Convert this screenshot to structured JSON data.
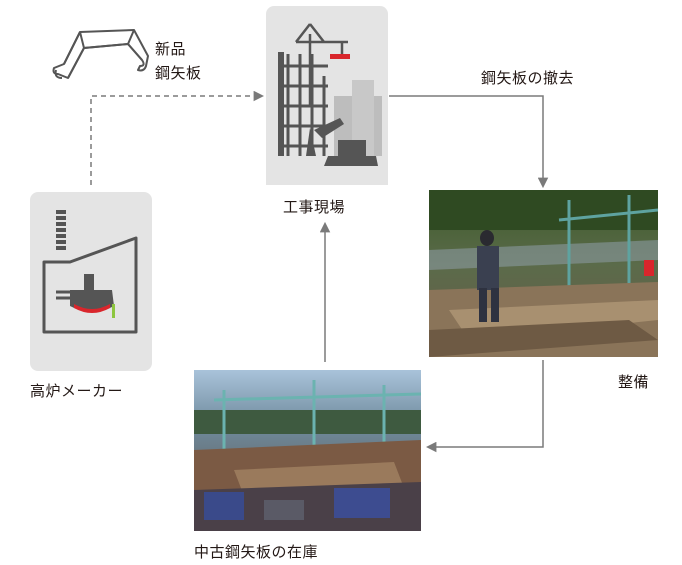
{
  "labels": {
    "new_sheet_pile_line1": "新品",
    "new_sheet_pile_line2": "鋼矢板",
    "removal": "鋼矢板の撤去",
    "construction_site": "工事現場",
    "maintenance": "整備",
    "blast_furnace_maker": "高炉メーカー",
    "used_stock": "中古鋼矢板の在庫"
  },
  "colors": {
    "arrow": "#7a7a7a",
    "panel": "#e4e4e4",
    "icon": "#555555",
    "accent_red": "#d9262c",
    "accent_green": "#8dc63f"
  },
  "icons": {
    "sheet_pile": "sheet-pile-icon",
    "factory": "blast-furnace-factory-icon",
    "construction": "construction-site-icon"
  }
}
